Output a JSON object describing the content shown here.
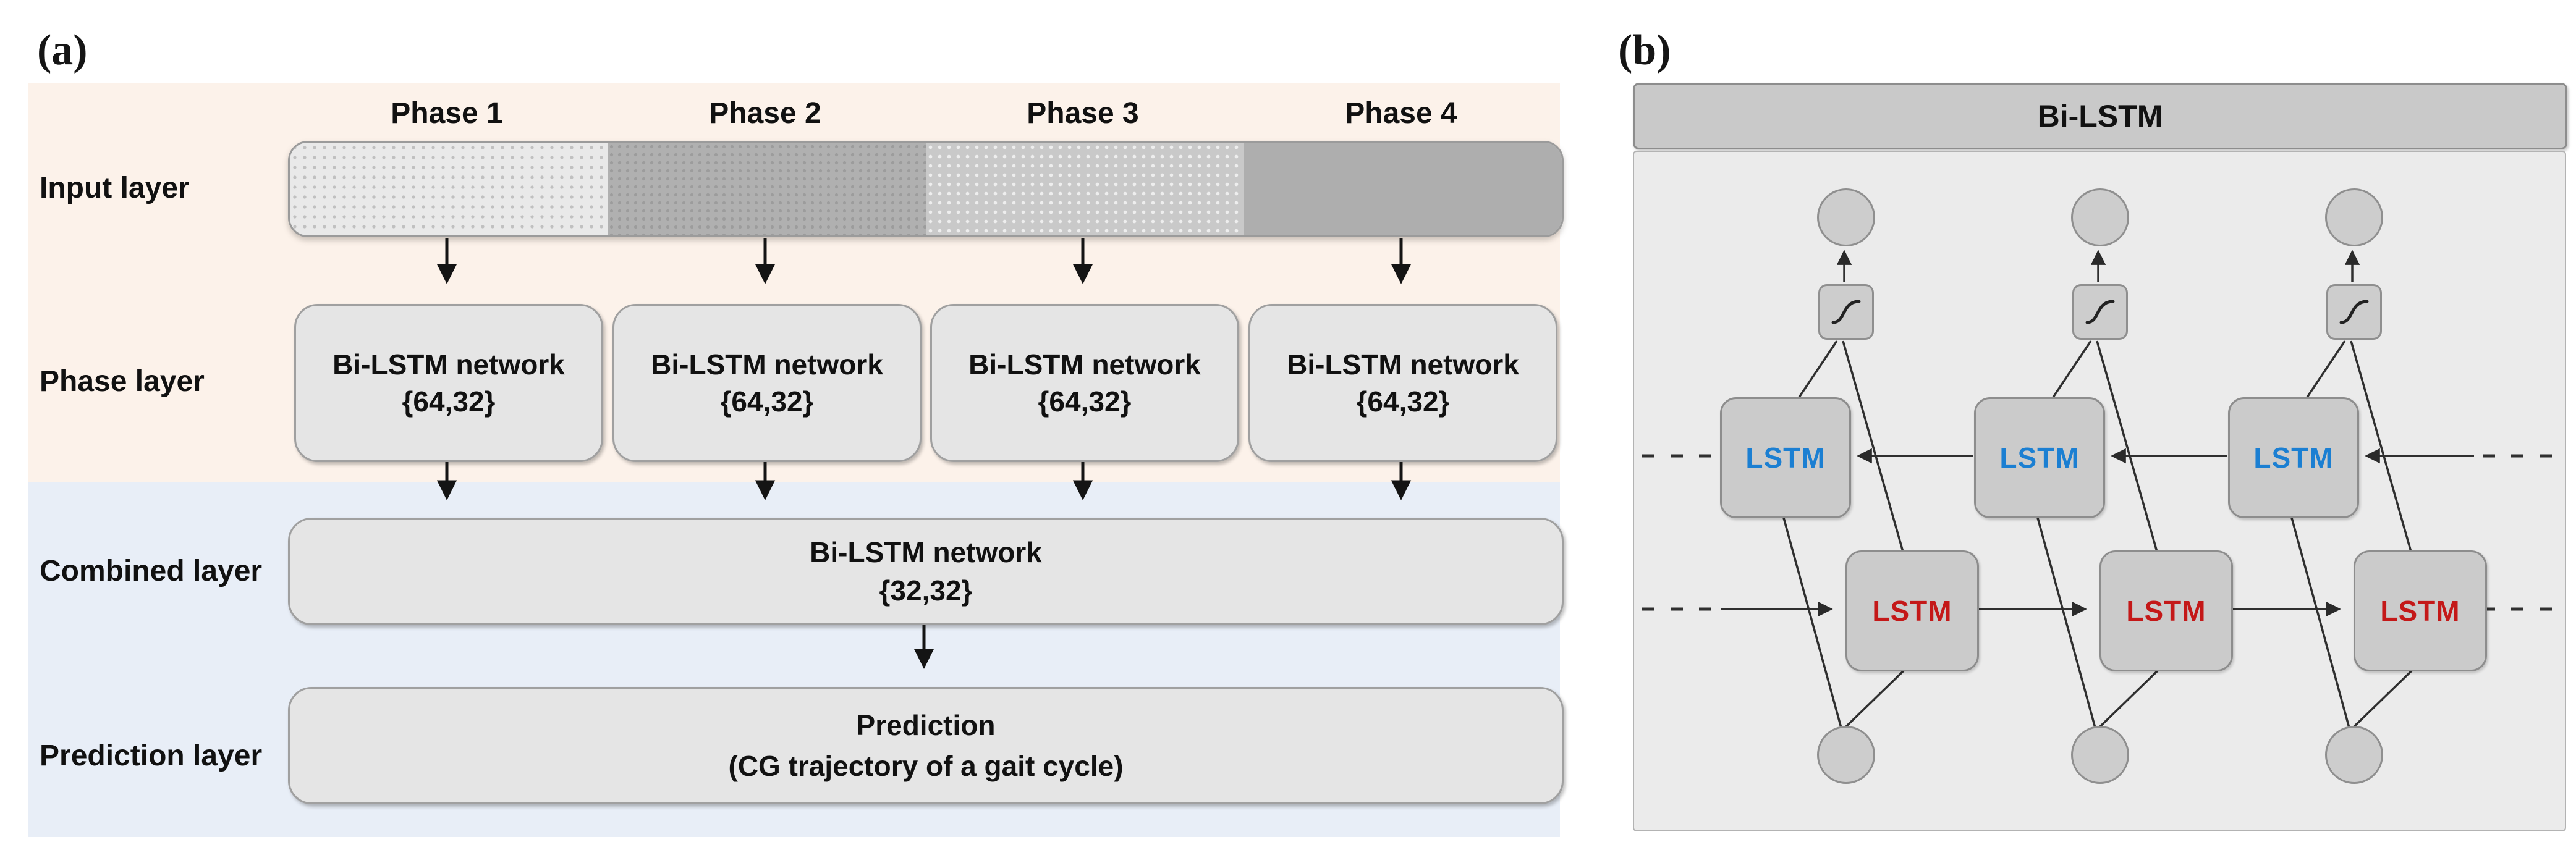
{
  "figure": {
    "panel_a_label": "(a)",
    "panel_b_label": "(b)"
  },
  "panel_a": {
    "row_labels": {
      "input": "Input layer",
      "phase": "Phase layer",
      "combined": "Combined layer",
      "prediction": "Prediction layer"
    },
    "phases": [
      "Phase 1",
      "Phase 2",
      "Phase 3",
      "Phase 4"
    ],
    "phase_box": {
      "line1": "Bi-LSTM network",
      "line2": "{64,32}"
    },
    "combined_box": {
      "line1": "Bi-LSTM network",
      "line2": "{32,32}"
    },
    "prediction_box": {
      "line1": "Prediction",
      "line2": "(CG trajectory of a gait cycle)"
    },
    "colors": {
      "upper_bg": "#fcf2ea",
      "lower_bg": "#e8eef7",
      "box_fill": "#e5e5e5",
      "bar_segment_1": "#e9e9e9",
      "bar_segment_2": "#b0b0b0",
      "bar_segment_3": "#c9c9c9",
      "bar_segment_4": "#aeaeae"
    }
  },
  "panel_b": {
    "header": "Bi-LSTM",
    "backward_cell_label": "LSTM",
    "forward_cell_label": "LSTM",
    "icons": {
      "activation": "sigmoid-curve"
    },
    "colors": {
      "backward_text": "#1b7fd2",
      "forward_text": "#c41818",
      "node_fill": "#cbcbcb",
      "body_bg": "#ebebeb",
      "header_bg": "#c9c9c9"
    }
  }
}
